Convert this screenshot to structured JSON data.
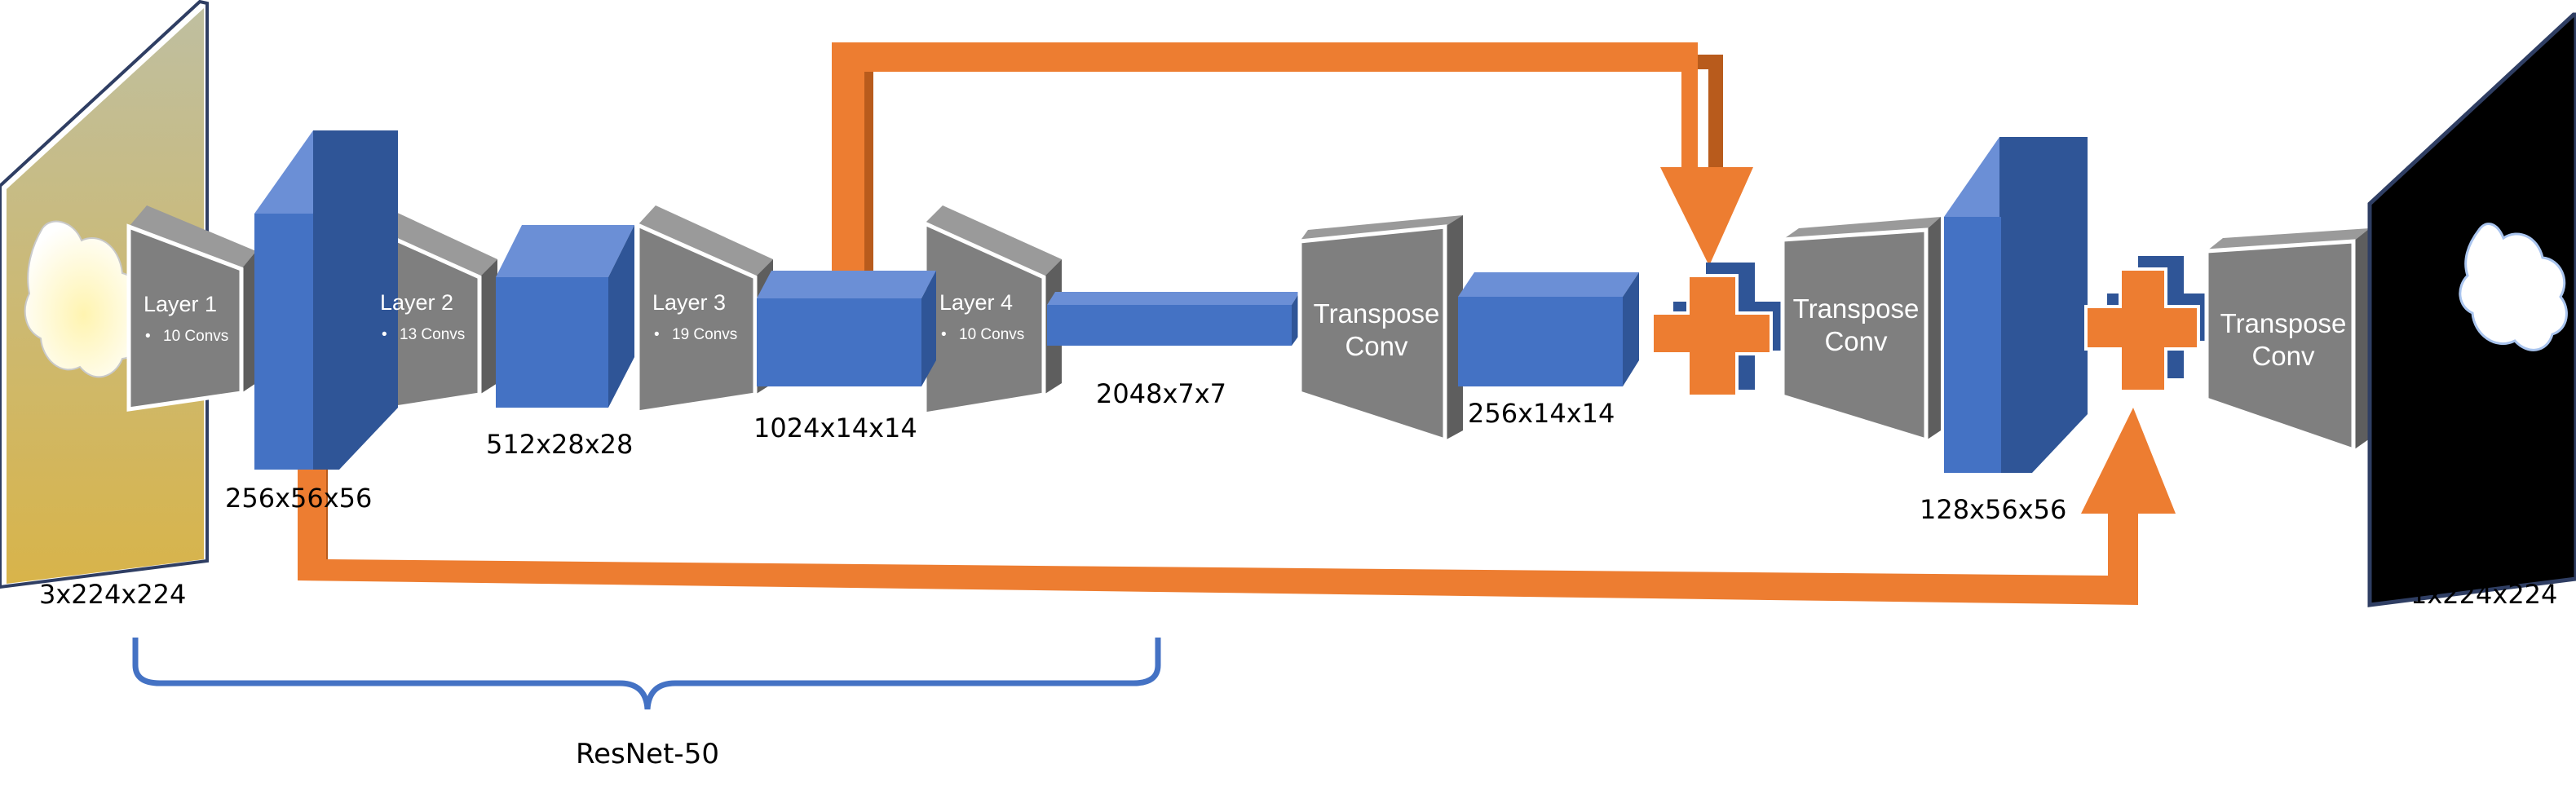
{
  "colors": {
    "block_front": "#4472c4",
    "block_top": "#6b8fd6",
    "block_side": "#2f5597",
    "trap_front": "#7f7f7f",
    "trap_top": "#9a9a9a",
    "trap_side": "#5e5e5e",
    "skip": "#ed7d31",
    "skip_shadow": "#b85b1c",
    "brace": "#4472c4",
    "input_panel_top": "#bfbfa0",
    "input_panel_bottom": "#d8b44a",
    "output_panel": "#000000"
  },
  "icons": {
    "input": "cloud-image-icon",
    "output": "cloud-mask-icon",
    "sum": "plus-icon",
    "skip": "arrow-icon"
  },
  "panels": {
    "input_label": "3x224x224",
    "output_label": "1x224x224"
  },
  "layers": [
    {
      "title": "Layer 1",
      "convs": "10 Convs"
    },
    {
      "title": "Layer 2",
      "convs": "13 Convs"
    },
    {
      "title": "Layer 3",
      "convs": "19 Convs"
    },
    {
      "title": "Layer 4",
      "convs": "10 Convs"
    }
  ],
  "blocks": {
    "b1": "256x56x56",
    "b2": "512x28x28",
    "b3": "1024x14x14",
    "b4": "2048x7x7",
    "b5": "256x14x14",
    "b6": "128x56x56"
  },
  "transpose": [
    {
      "line1": "Transpose",
      "line2": "Conv"
    },
    {
      "line1": "Transpose",
      "line2": "Conv"
    },
    {
      "line1": "Transpose",
      "line2": "Conv"
    }
  ],
  "bullet": "•",
  "brace_label": "ResNet-50"
}
